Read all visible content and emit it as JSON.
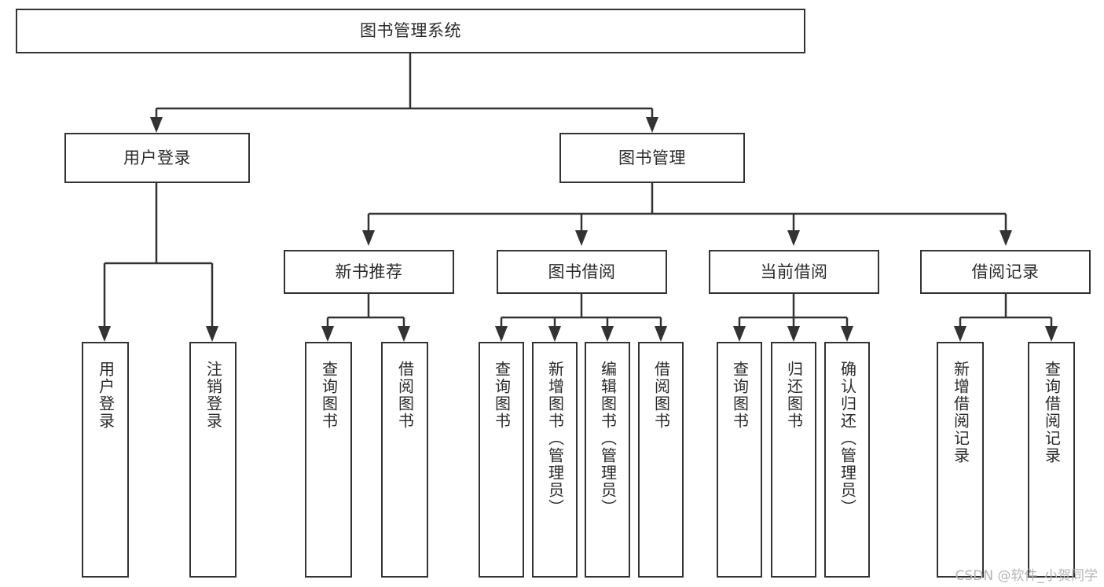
{
  "diagram": {
    "type": "tree",
    "title": "图书管理系统",
    "watermark": "CSDN @软件_小贺同学",
    "colors": {
      "stroke": "#333333",
      "fill": "#ffffff",
      "text": "#2b2b2b",
      "watermark": "#b4b4b4"
    },
    "levels": {
      "root": {
        "label": "图书管理系统"
      },
      "level2": [
        {
          "label": "用户登录"
        },
        {
          "label": "图书管理"
        }
      ],
      "level3": [
        {
          "label": "新书推荐"
        },
        {
          "label": "图书借阅"
        },
        {
          "label": "当前借阅"
        },
        {
          "label": "借阅记录"
        }
      ],
      "leaves": {
        "user_login": [
          {
            "label": "用户登录"
          },
          {
            "label": "注销登录"
          }
        ],
        "new_book_recommend": [
          {
            "label": "查询图书"
          },
          {
            "label": "借阅图书"
          }
        ],
        "book_borrow": [
          {
            "label": "查询图书"
          },
          {
            "label": "新增图书（管理员）"
          },
          {
            "label": "编辑图书（管理员）"
          },
          {
            "label": "借阅图书"
          }
        ],
        "current_borrow": [
          {
            "label": "查询图书"
          },
          {
            "label": "归还图书"
          },
          {
            "label": "确认归还（管理员）"
          }
        ],
        "borrow_record": [
          {
            "label": "新增借阅记录"
          },
          {
            "label": "查询借阅记录"
          }
        ]
      }
    }
  }
}
